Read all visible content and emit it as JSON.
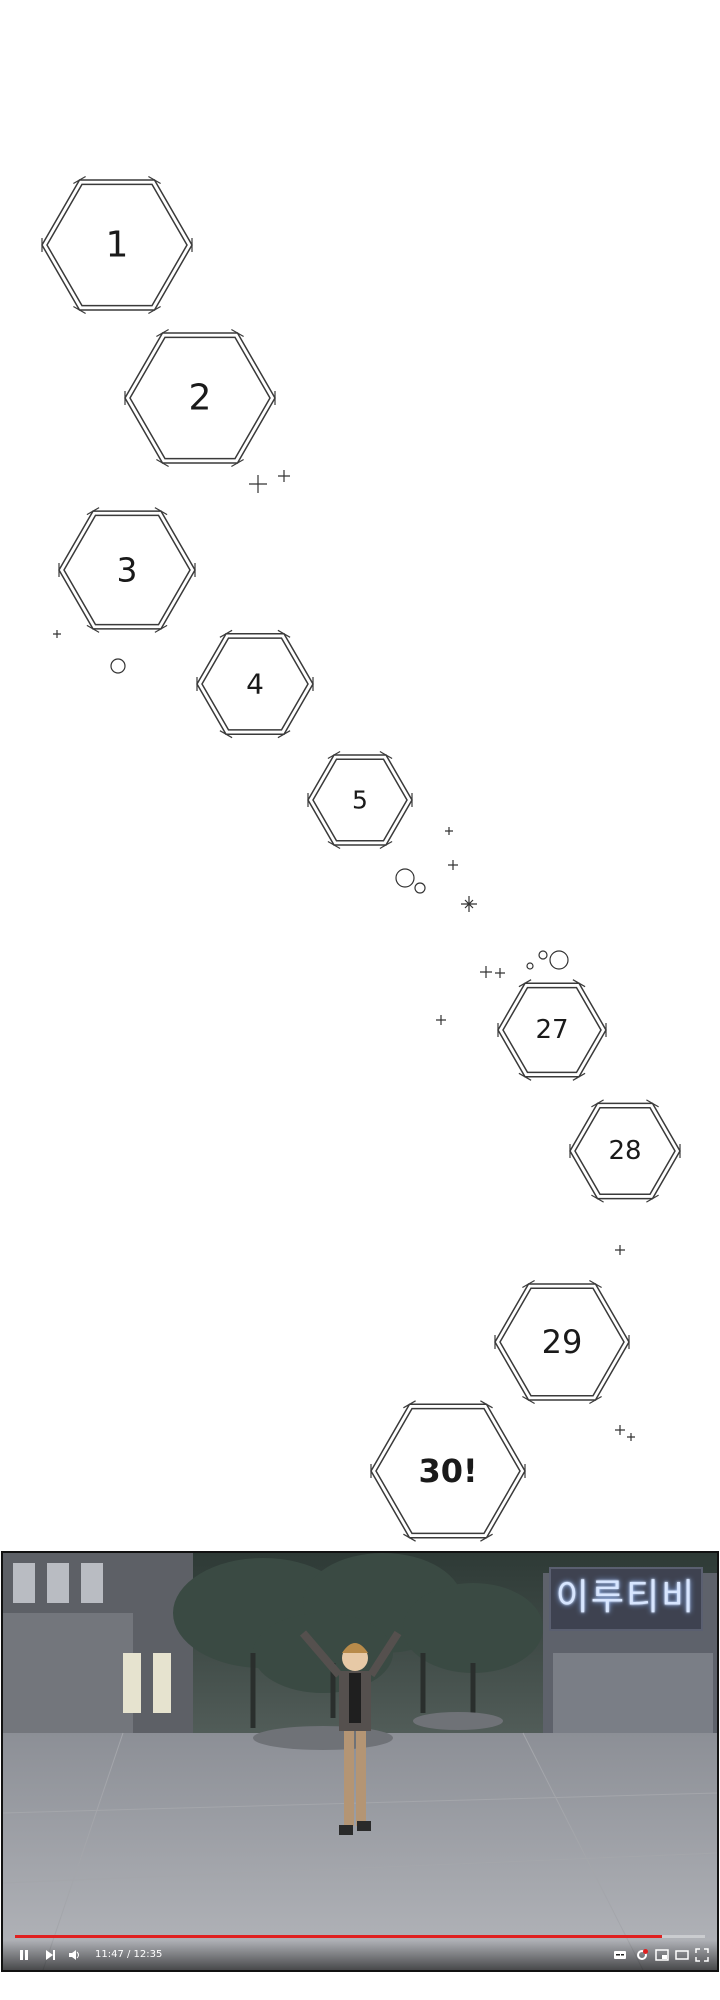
{
  "hexagons": [
    {
      "label": "1"
    },
    {
      "label": "2"
    },
    {
      "label": "3"
    },
    {
      "label": "4"
    },
    {
      "label": "5"
    },
    {
      "label": "27"
    },
    {
      "label": "28"
    },
    {
      "label": "29"
    },
    {
      "label": "30!"
    }
  ],
  "video": {
    "sign_text": "이루티비",
    "time_display": "11:47 / 12:35",
    "progress": 0.937,
    "colors": {
      "progress": "#e02020",
      "sky": "#3f4a45",
      "ground": "#9a9ca2"
    }
  }
}
